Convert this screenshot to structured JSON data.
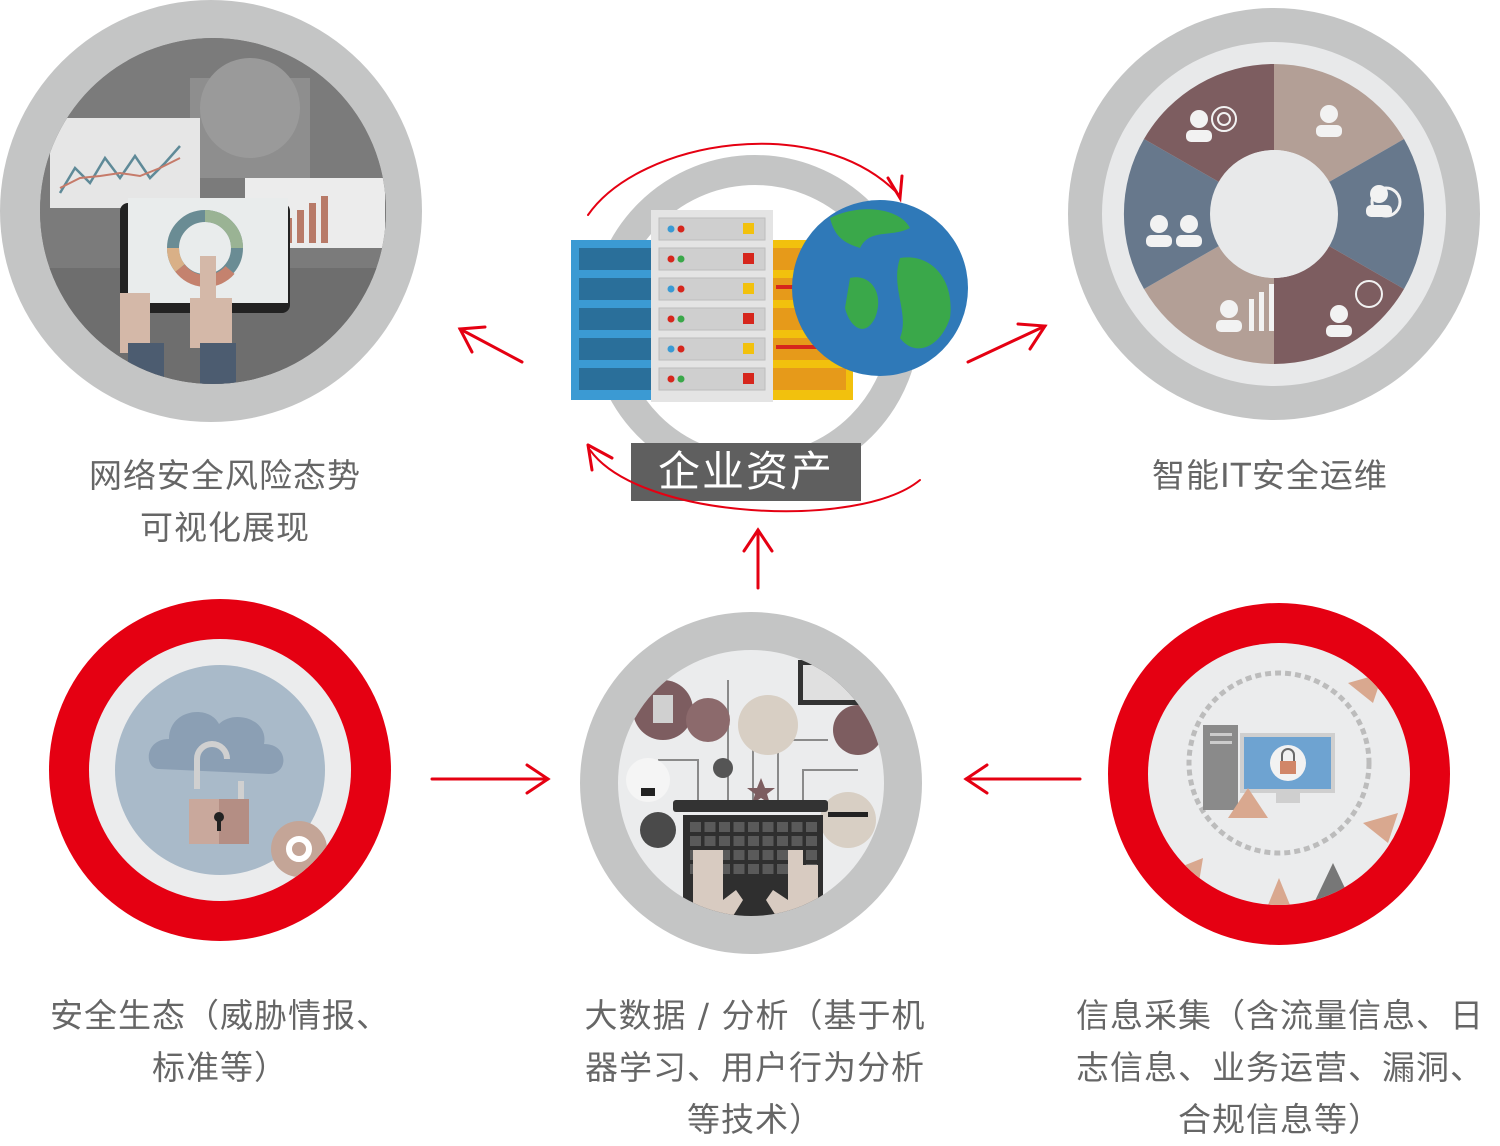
{
  "diagram": {
    "title": "企业资产",
    "center": {
      "label": "企业资产",
      "icons": [
        "server-rack-icon",
        "globe-icon"
      ]
    },
    "nodes": [
      {
        "id": "visualization",
        "lines": [
          "网络安全风险态势",
          "可视化展现"
        ],
        "ring_color": "#c4c5c5",
        "icon": "dashboard-tablet-icon"
      },
      {
        "id": "it-ops",
        "lines": [
          "智能IT安全运维"
        ],
        "ring_color": "#c4c5c5",
        "icon": "puzzle-gear-icon"
      },
      {
        "id": "ecosystem",
        "lines": [
          "安全生态（威胁情报、",
          "标准等）"
        ],
        "ring_color": "#e50012",
        "icon": "cloud-lock-icon"
      },
      {
        "id": "bigdata",
        "lines": [
          "大数据 / 分析（基于机",
          "器学习、用户行为分析",
          "等技术）"
        ],
        "ring_color": "#c4c5c5",
        "icon": "keyboard-network-icon"
      },
      {
        "id": "collection",
        "lines": [
          "信息采集（含流量信息、日",
          "志信息、业务运营、漏洞、",
          "合规信息等）"
        ],
        "ring_color": "#e50012",
        "icon": "computer-lock-icon"
      }
    ],
    "flows": [
      {
        "from": "collection",
        "to": "bigdata"
      },
      {
        "from": "ecosystem",
        "to": "bigdata"
      },
      {
        "from": "bigdata",
        "to": "企业资产"
      },
      {
        "from": "企业资产",
        "to": "visualization"
      },
      {
        "from": "企业资产",
        "to": "it-ops"
      }
    ],
    "colors": {
      "accent": "#e50012",
      "ring_gray": "#c4c5c5",
      "caption": "#666666",
      "label_bg": "#5f5f5f"
    }
  }
}
